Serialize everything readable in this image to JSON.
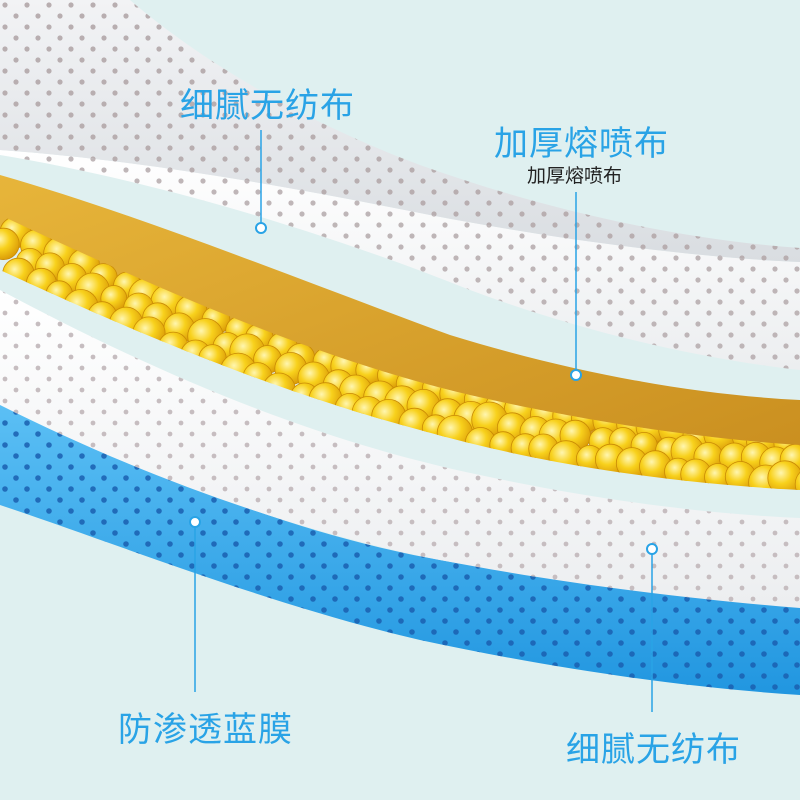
{
  "colors": {
    "background": "#dff0f0",
    "label": "#29a3e6",
    "leader_line": "#29a3e6",
    "top_layer": "#e4e7ea",
    "white_layer": "#fafafa",
    "gold_layer": "#d6a22a",
    "bead": "#f4c21f",
    "blue_layer": "#36a8ec",
    "sub_label": "#222222"
  },
  "labels": {
    "top_nonwoven": "细腻无纺布",
    "meltblown": "加厚熔喷布",
    "meltblown_sub": "加厚熔喷布",
    "blue_film": "防渗透蓝膜",
    "bottom_nonwoven": "细腻无纺布"
  }
}
